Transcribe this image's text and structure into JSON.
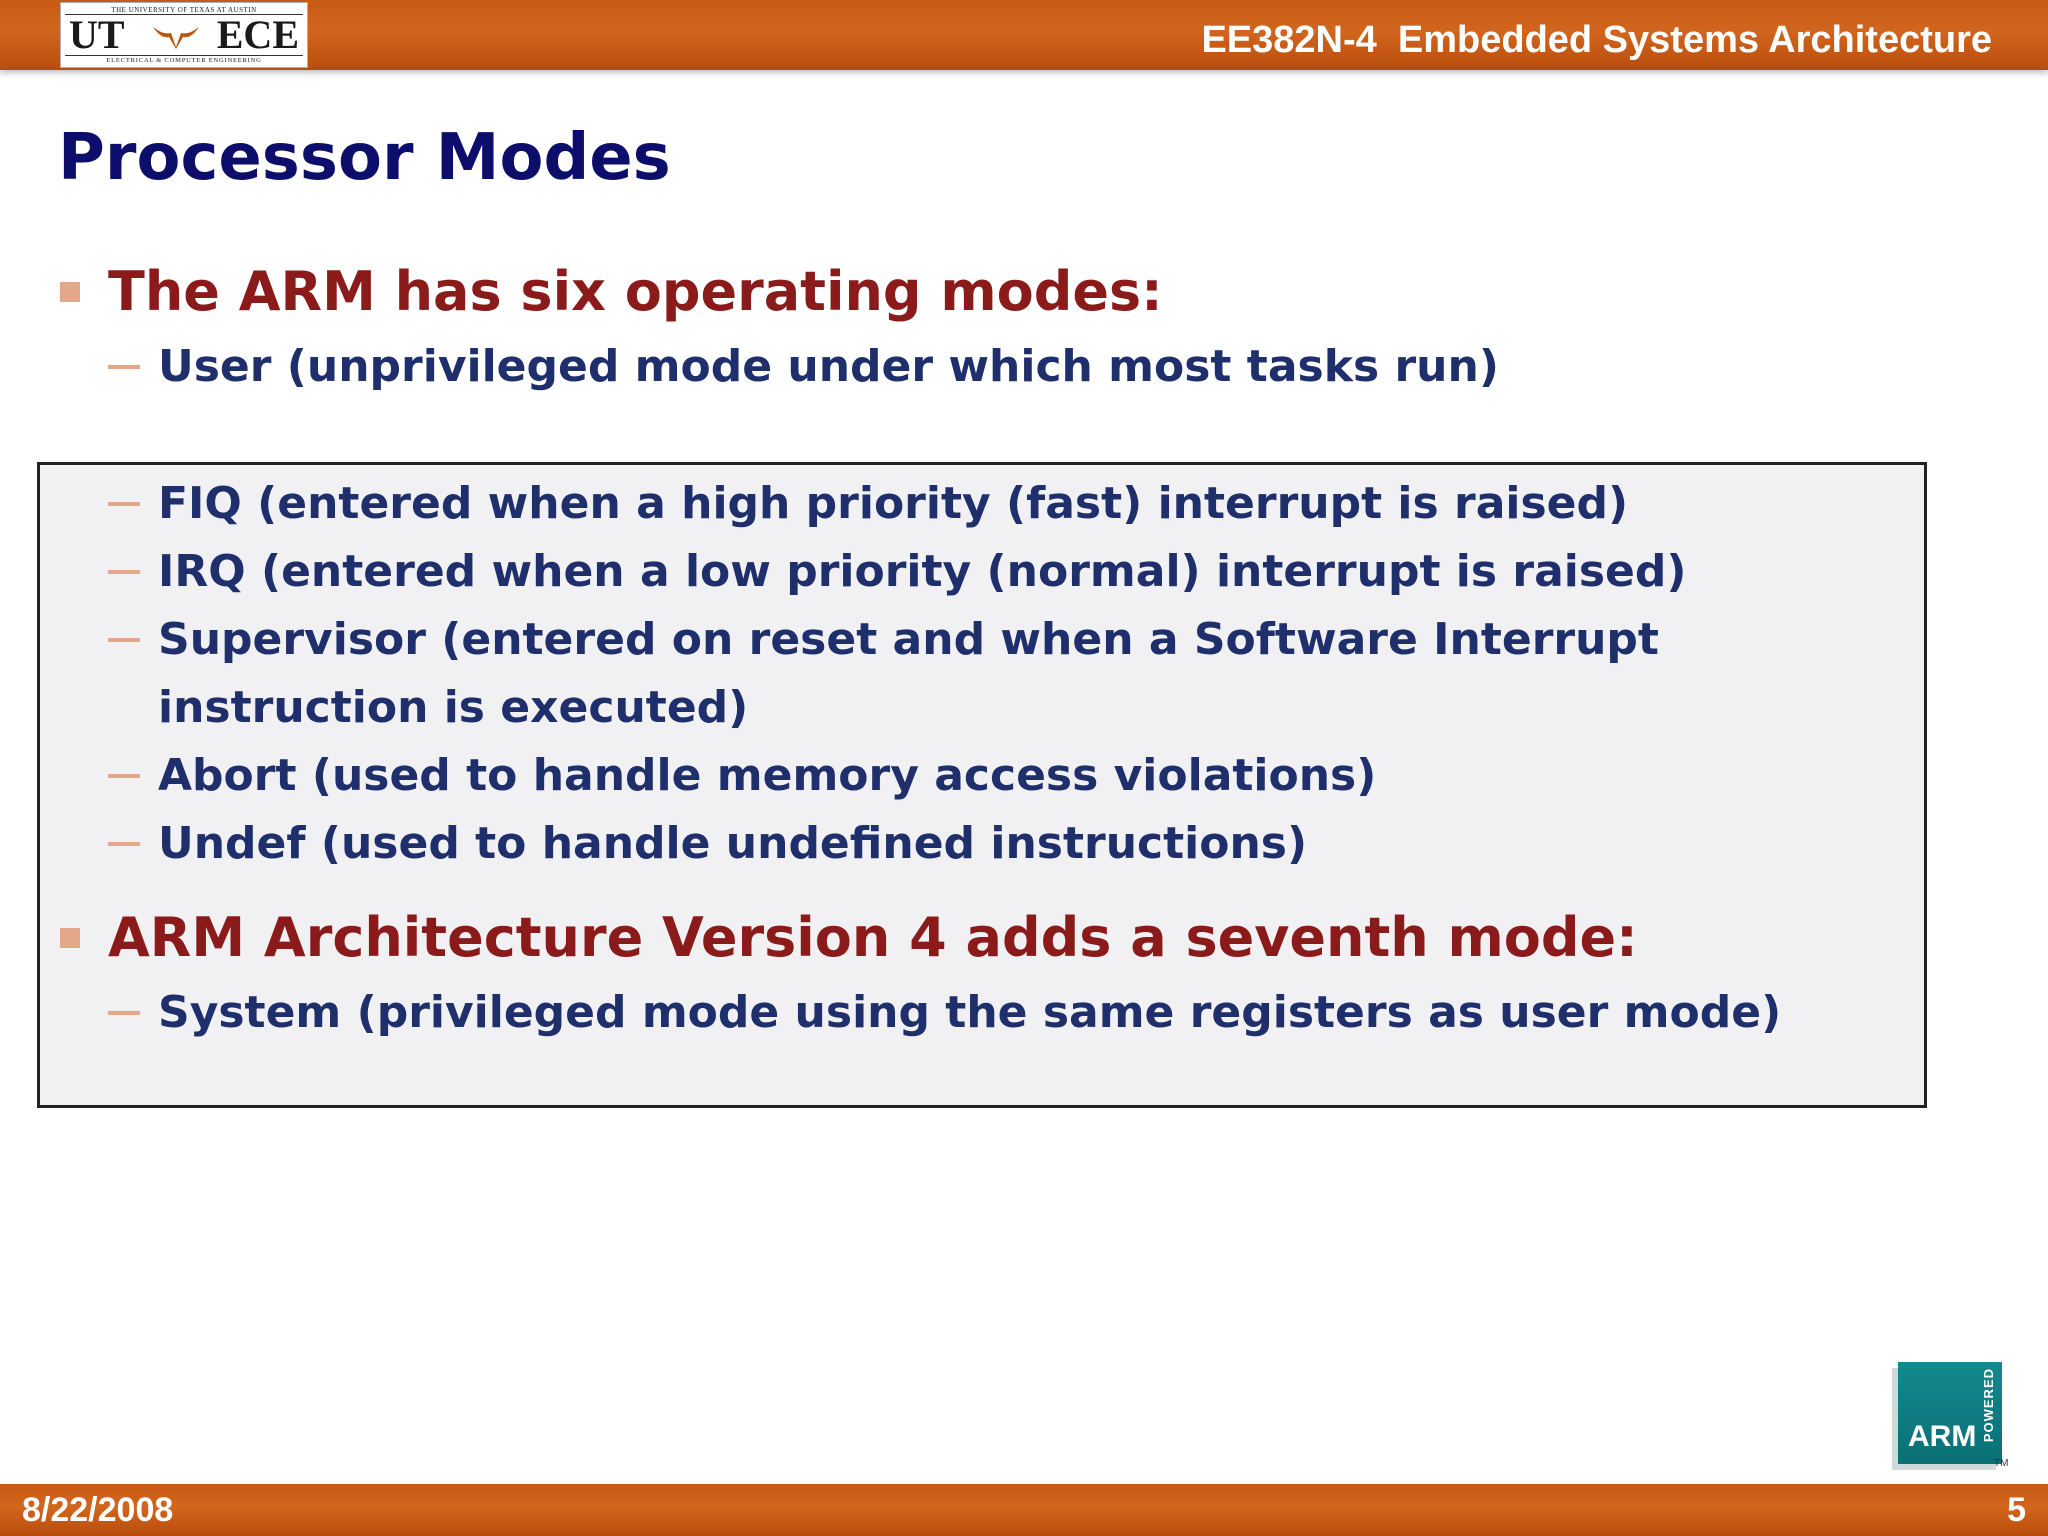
{
  "header": {
    "logo_top_text": "THE UNIVERSITY OF TEXAS AT AUSTIN",
    "logo_left": "UT",
    "logo_right": "ECE",
    "logo_bottom_text": "ELECTRICAL & COMPUTER ENGINEERING",
    "course_title": "EE382N-4  Embedded Systems Architecture"
  },
  "slide": {
    "title": "Processor Modes",
    "bullets": [
      {
        "text": "The ARM has six operating modes:",
        "subitems": [
          "User (unprivileged mode under which most tasks run)"
        ]
      },
      {
        "subitems_boxed": [
          "FIQ (entered when a high priority (fast) interrupt is raised)",
          "IRQ (entered when a low priority (normal) interrupt is raised)",
          "Supervisor (entered on reset and when a Software Interrupt instruction is executed)",
          "Abort (used to handle memory access violations)",
          "Undef (used to handle undefined instructions)"
        ]
      },
      {
        "text": "ARM Architecture Version 4 adds a seventh mode:",
        "subitems": [
          "System (privileged mode using the same registers as user mode)"
        ]
      }
    ]
  },
  "footer": {
    "date": "8/22/2008",
    "page_number": "5"
  },
  "arm_logo": {
    "text": "ARM",
    "powered": "POWERED",
    "tm": "TM",
    "color": "#0e7d83"
  },
  "colors": {
    "header_bar": "#c85a14",
    "title": "#0d0d6b",
    "bullet_heading": "#8b1a1a",
    "sub_text": "#1f2f6b",
    "bullet_marker": "#e3a78a"
  }
}
